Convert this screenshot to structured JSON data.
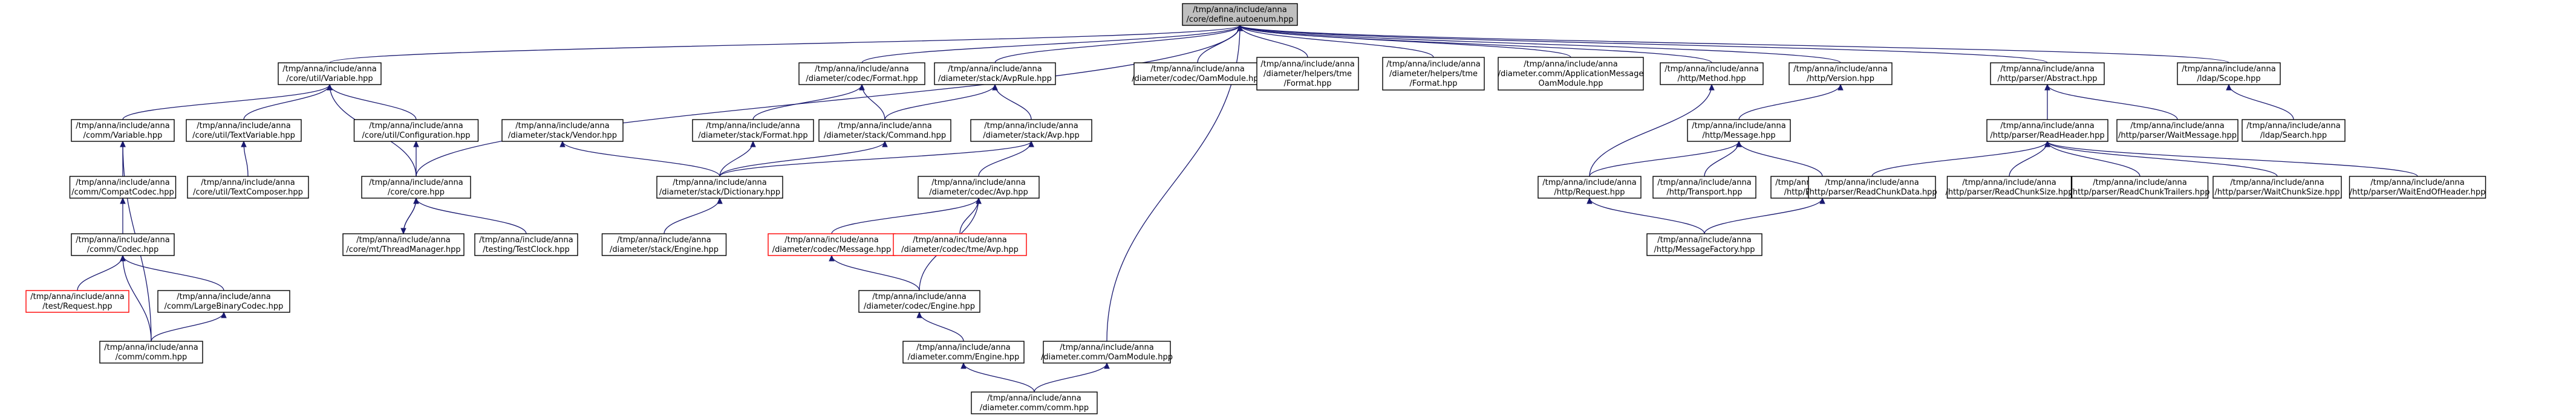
{
  "graph": {
    "nodes": [
      {
        "id": "root",
        "lines": [
          "/tmp/anna/include/anna",
          "/core/define.autoenum.hpp"
        ],
        "kind": "root"
      },
      {
        "id": "variable",
        "lines": [
          "/tmp/anna/include/anna",
          "/core/util/Variable.hpp"
        ]
      },
      {
        "id": "dcodec_format",
        "lines": [
          "/tmp/anna/include/anna",
          "/diameter/codec/Format.hpp"
        ]
      },
      {
        "id": "dstack_avprule",
        "lines": [
          "/tmp/anna/include/anna",
          "/diameter/stack/AvpRule.hpp"
        ]
      },
      {
        "id": "oam_module",
        "lines": [
          "/tmp/anna/include/anna",
          "/diameter/codec/OamModule.hpp"
        ]
      },
      {
        "id": "helpers_tme_format",
        "lines": [
          "/tmp/anna/include/anna",
          "/diameter/helpers/tme",
          "/Format.hpp"
        ]
      },
      {
        "id": "helpers_tme_format2",
        "lines": [
          "/tmp/anna/include/anna",
          "/diameter/helpers/tme",
          "/Format.hpp"
        ]
      },
      {
        "id": "app_msg_oam",
        "lines": [
          "/tmp/anna/include/anna",
          "/diameter.comm/ApplicationMessage",
          "OamModule.hpp"
        ]
      },
      {
        "id": "http_method",
        "lines": [
          "/tmp/anna/include/anna",
          "/http/Method.hpp"
        ]
      },
      {
        "id": "http_version",
        "lines": [
          "/tmp/anna/include/anna",
          "/http/Version.hpp"
        ]
      },
      {
        "id": "parser_abstract",
        "lines": [
          "/tmp/anna/include/anna",
          "/http/parser/Abstract.hpp"
        ]
      },
      {
        "id": "ldap_scope",
        "lines": [
          "/tmp/anna/include/anna",
          "/ldap/Scope.hpp"
        ]
      },
      {
        "id": "comm_variable",
        "lines": [
          "/tmp/anna/include/anna",
          "/comm/Variable.hpp"
        ]
      },
      {
        "id": "text_variable",
        "lines": [
          "/tmp/anna/include/anna",
          "/core/util/TextVariable.hpp"
        ]
      },
      {
        "id": "configuration",
        "lines": [
          "/tmp/anna/include/anna",
          "/core/util/Configuration.hpp"
        ]
      },
      {
        "id": "dstack_vendor",
        "lines": [
          "/tmp/anna/include/anna",
          "/diameter/stack/Vendor.hpp"
        ]
      },
      {
        "id": "dstack_format",
        "lines": [
          "/tmp/anna/include/anna",
          "/diameter/stack/Format.hpp"
        ]
      },
      {
        "id": "dstack_command",
        "lines": [
          "/tmp/anna/include/anna",
          "/diameter/stack/Command.hpp"
        ]
      },
      {
        "id": "dstack_avp",
        "lines": [
          "/tmp/anna/include/anna",
          "/diameter/stack/Avp.hpp"
        ]
      },
      {
        "id": "http_message",
        "lines": [
          "/tmp/anna/include/anna",
          "/http/Message.hpp"
        ]
      },
      {
        "id": "read_header",
        "lines": [
          "/tmp/anna/include/anna",
          "/http/parser/ReadHeader.hpp"
        ]
      },
      {
        "id": "wait_message",
        "lines": [
          "/tmp/anna/include/anna",
          "/http/parser/WaitMessage.hpp"
        ]
      },
      {
        "id": "ldap_search",
        "lines": [
          "/tmp/anna/include/anna",
          "/ldap/Search.hpp"
        ]
      },
      {
        "id": "compat_codec",
        "lines": [
          "/tmp/anna/include/anna",
          "/comm/CompatCodec.hpp"
        ]
      },
      {
        "id": "text_composer",
        "lines": [
          "/tmp/anna/include/anna",
          "/core/util/TextComposer.hpp"
        ]
      },
      {
        "id": "core",
        "lines": [
          "/tmp/anna/include/anna",
          "/core/core.hpp"
        ]
      },
      {
        "id": "dstack_dictionary",
        "lines": [
          "/tmp/anna/include/anna",
          "/diameter/stack/Dictionary.hpp"
        ]
      },
      {
        "id": "dcodec_avp",
        "lines": [
          "/tmp/anna/include/anna",
          "/diameter/codec/Avp.hpp"
        ]
      },
      {
        "id": "http_request",
        "lines": [
          "/tmp/anna/include/anna",
          "/http/Request.hpp"
        ]
      },
      {
        "id": "http_transport",
        "lines": [
          "/tmp/anna/include/anna",
          "/http/Transport.hpp"
        ]
      },
      {
        "id": "http_response",
        "lines": [
          "/tmp/anna/include/anna",
          "/http/Response.hpp"
        ]
      },
      {
        "id": "read_chunk_data",
        "lines": [
          "/tmp/anna/include/anna",
          "/http/parser/ReadChunkData.hpp"
        ]
      },
      {
        "id": "read_chunk_size",
        "lines": [
          "/tmp/anna/include/anna",
          "/http/parser/ReadChunkSize.hpp"
        ]
      },
      {
        "id": "read_chunk_trailers",
        "lines": [
          "/tmp/anna/include/anna",
          "/http/parser/ReadChunkTrailers.hpp"
        ]
      },
      {
        "id": "wait_chunk_size",
        "lines": [
          "/tmp/anna/include/anna",
          "/http/parser/WaitChunkSize.hpp"
        ]
      },
      {
        "id": "wait_end_of_header",
        "lines": [
          "/tmp/anna/include/anna",
          "/http/parser/WaitEndOfHeader.hpp"
        ]
      },
      {
        "id": "comm_codec",
        "lines": [
          "/tmp/anna/include/anna",
          "/comm/Codec.hpp"
        ]
      },
      {
        "id": "thread_manager",
        "lines": [
          "/tmp/anna/include/anna",
          "/core/mt/ThreadManager.hpp"
        ]
      },
      {
        "id": "test_clock",
        "lines": [
          "/tmp/anna/include/anna",
          "/testing/TestClock.hpp"
        ]
      },
      {
        "id": "dstack_engine",
        "lines": [
          "/tmp/anna/include/anna",
          "/diameter/stack/Engine.hpp"
        ]
      },
      {
        "id": "dcodec_message",
        "lines": [
          "/tmp/anna/include/anna",
          "/diameter/codec/Message.hpp"
        ],
        "kind": "missing"
      },
      {
        "id": "dcodec_tme_avp",
        "lines": [
          "/tmp/anna/include/anna",
          "/diameter/codec/tme/Avp.hpp"
        ],
        "kind": "missing"
      },
      {
        "id": "message_factory",
        "lines": [
          "/tmp/anna/include/anna",
          "/http/MessageFactory.hpp"
        ]
      },
      {
        "id": "test_request",
        "lines": [
          "/tmp/anna/include/anna",
          "/test/Request.hpp"
        ],
        "kind": "missing"
      },
      {
        "id": "large_binary_codec",
        "lines": [
          "/tmp/anna/include/anna",
          "/comm/LargeBinaryCodec.hpp"
        ]
      },
      {
        "id": "dcodec_engine",
        "lines": [
          "/tmp/anna/include/anna",
          "/diameter/codec/Engine.hpp"
        ]
      },
      {
        "id": "comm",
        "lines": [
          "/tmp/anna/include/anna",
          "/comm/comm.hpp"
        ]
      },
      {
        "id": "dcomm_engine",
        "lines": [
          "/tmp/anna/include/anna",
          "/diameter.comm/Engine.hpp"
        ]
      },
      {
        "id": "dcomm_oam",
        "lines": [
          "/tmp/anna/include/anna",
          "/diameter.comm/OamModule.hpp"
        ]
      },
      {
        "id": "dcomm",
        "lines": [
          "/tmp/anna/include/anna",
          "/diameter.comm/comm.hpp"
        ]
      }
    ],
    "edges": [
      [
        "root",
        "variable"
      ],
      [
        "root",
        "core"
      ],
      [
        "root",
        "dcodec_format"
      ],
      [
        "root",
        "dstack_avprule"
      ],
      [
        "root",
        "dcomm_oam"
      ],
      [
        "root",
        "oam_module"
      ],
      [
        "root",
        "helpers_tme_format"
      ],
      [
        "root",
        "helpers_tme_format2"
      ],
      [
        "root",
        "app_msg_oam"
      ],
      [
        "root",
        "http_method"
      ],
      [
        "root",
        "http_version"
      ],
      [
        "root",
        "parser_abstract"
      ],
      [
        "root",
        "ldap_scope"
      ],
      [
        "variable",
        "comm_variable"
      ],
      [
        "variable",
        "text_variable"
      ],
      [
        "variable",
        "configuration"
      ],
      [
        "variable",
        "core"
      ],
      [
        "comm_variable",
        "compat_codec"
      ],
      [
        "comm_variable",
        "comm"
      ],
      [
        "compat_codec",
        "comm_codec"
      ],
      [
        "comm_codec",
        "test_request"
      ],
      [
        "comm_codec",
        "large_binary_codec"
      ],
      [
        "comm_codec",
        "comm"
      ],
      [
        "large_binary_codec",
        "comm"
      ],
      [
        "text_variable",
        "text_composer"
      ],
      [
        "configuration",
        "core"
      ],
      [
        "core",
        "thread_manager"
      ],
      [
        "core",
        "test_clock"
      ],
      [
        "thread_manager",
        "core"
      ],
      [
        "dcodec_format",
        "dstack_format"
      ],
      [
        "dcodec_format",
        "dstack_command"
      ],
      [
        "dstack_avprule",
        "dstack_command"
      ],
      [
        "dstack_avprule",
        "dstack_avp"
      ],
      [
        "dstack_vendor",
        "dstack_dictionary"
      ],
      [
        "dstack_format",
        "dstack_dictionary"
      ],
      [
        "dstack_command",
        "dstack_dictionary"
      ],
      [
        "dstack_avp",
        "dstack_dictionary"
      ],
      [
        "dstack_avp",
        "dcodec_avp"
      ],
      [
        "dstack_dictionary",
        "dstack_engine"
      ],
      [
        "dcodec_avp",
        "dcodec_message"
      ],
      [
        "dcodec_avp",
        "dcodec_tme_avp"
      ],
      [
        "dcodec_avp",
        "dcodec_engine"
      ],
      [
        "dcodec_message",
        "dcodec_engine"
      ],
      [
        "dcodec_engine",
        "dcomm_engine"
      ],
      [
        "dcomm_engine",
        "dcomm"
      ],
      [
        "dcomm_oam",
        "dcomm"
      ],
      [
        "http_method",
        "http_request"
      ],
      [
        "http_version",
        "http_message"
      ],
      [
        "http_message",
        "http_request"
      ],
      [
        "http_message",
        "http_transport"
      ],
      [
        "http_message",
        "http_response"
      ],
      [
        "http_request",
        "message_factory"
      ],
      [
        "http_response",
        "message_factory"
      ],
      [
        "parser_abstract",
        "read_header"
      ],
      [
        "parser_abstract",
        "wait_message"
      ],
      [
        "read_header",
        "read_chunk_data"
      ],
      [
        "read_header",
        "read_chunk_size"
      ],
      [
        "read_header",
        "read_chunk_trailers"
      ],
      [
        "read_header",
        "wait_chunk_size"
      ],
      [
        "read_header",
        "wait_end_of_header"
      ],
      [
        "ldap_scope",
        "ldap_search"
      ]
    ]
  }
}
